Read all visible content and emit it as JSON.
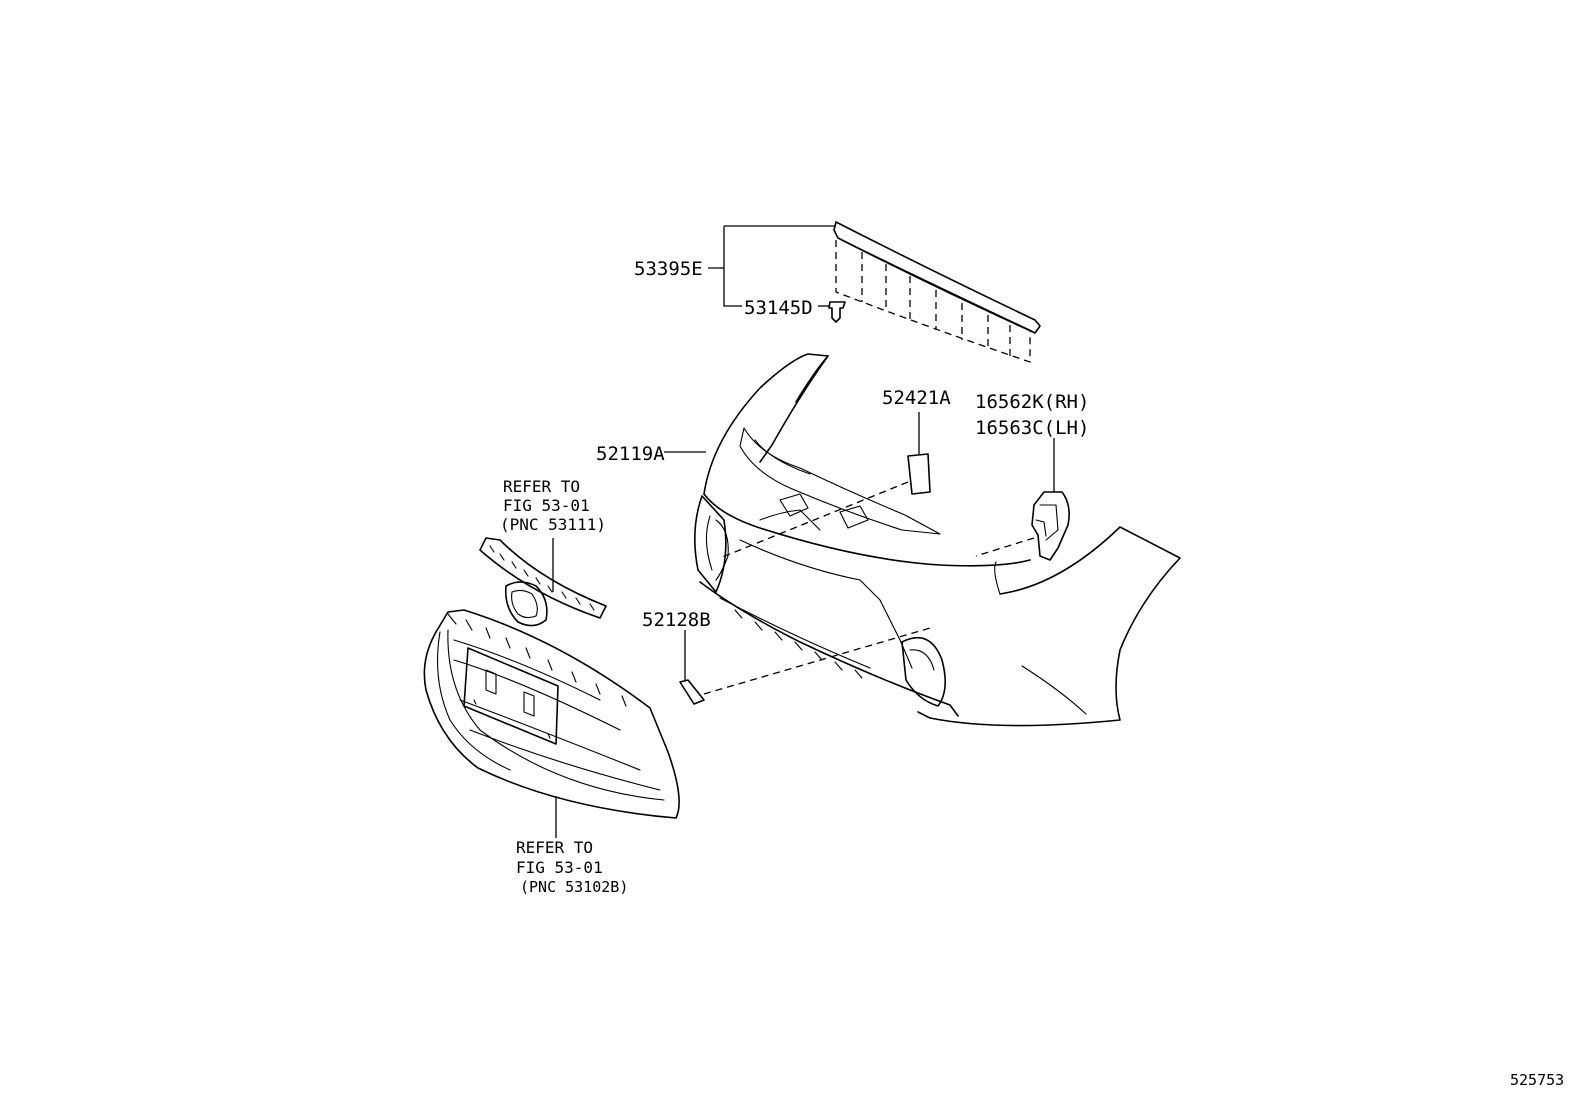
{
  "labels": {
    "p53395E": "53395E",
    "p53145D": "53145D",
    "p52421A": "52421A",
    "p16562K": "16562K(RH)",
    "p16563C": "16563C(LH)",
    "p52119A": "52119A",
    "p52128B": "52128B"
  },
  "notes": {
    "upper_grille": {
      "line1": "REFER TO",
      "line2": "FIG 53-01",
      "line3": "(PNC 53111)"
    },
    "lower_grille": {
      "line1": "REFER TO",
      "line2": "FIG 53-01",
      "line3": "(PNC 53102B)"
    }
  },
  "figure_number": "525753"
}
